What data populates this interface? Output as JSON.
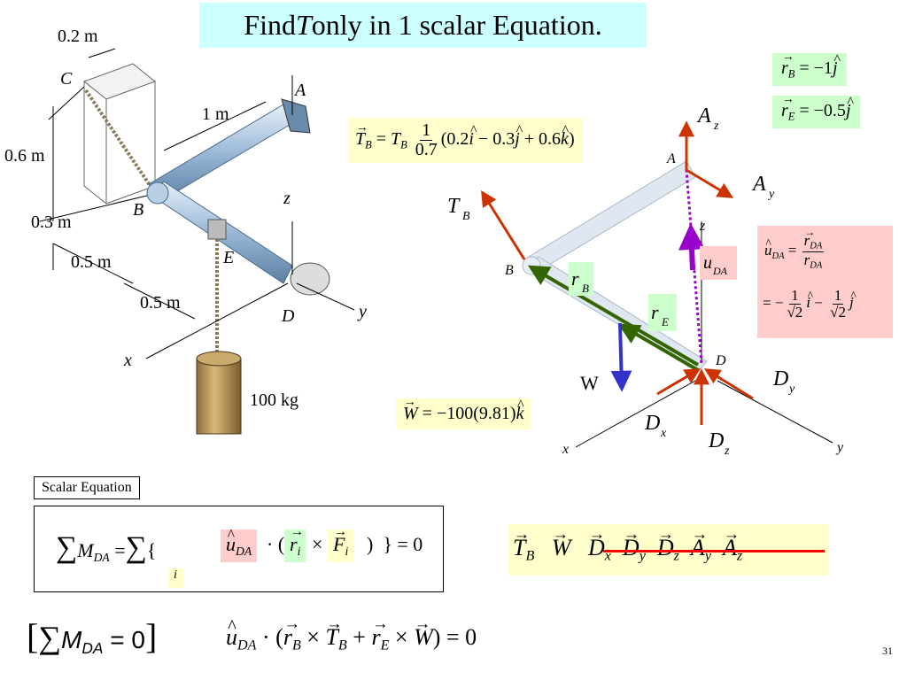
{
  "title": {
    "prefix": "Find ",
    "var": "T",
    "suffix": " only in 1 scalar Equation."
  },
  "left_figure": {
    "dim_02": "0.2 m",
    "dim_1": "1 m",
    "dim_06": "0.6 m",
    "dim_03": "0.3 m",
    "dim_05a": "0.5 m",
    "dim_05b": "0.5 m",
    "pt_C": "C",
    "pt_A": "A",
    "pt_B": "B",
    "pt_E": "E",
    "pt_D": "D",
    "ax_x": "x",
    "ax_y": "y",
    "ax_z": "z",
    "mass": "100 kg"
  },
  "fbd": {
    "pt_A": "A",
    "pt_B": "B",
    "pt_D": "D",
    "ax_x": "x",
    "ax_y": "y",
    "ax_z": "z",
    "T": "T",
    "T_sub": "B",
    "Az": "A",
    "Az_sub": "z",
    "Ay": "A",
    "Ay_sub": "y",
    "rB": "r",
    "rB_sub": "B",
    "rE": "r",
    "rE_sub": "E",
    "uDA": "u",
    "uDA_sub": "DA",
    "W": "W",
    "Dx": "D",
    "Dx_sub": "x",
    "Dy": "D",
    "Dy_sub": "y",
    "Dz": "D",
    "Dz_sub": "z"
  },
  "eq_rB": {
    "lhs": "r",
    "sub": "B",
    "rhs": " = −1",
    "unit": "j"
  },
  "eq_rE": {
    "lhs": "r",
    "sub": "E",
    "rhs": " = −0.5",
    "unit": "j"
  },
  "eq_TB": {
    "T": "T",
    "sub": "B",
    "eq": " = ",
    "T2": "T",
    "sub2": "B",
    "num": "1",
    "den": "0.7",
    "open": "(0.2",
    "i": "i",
    "m1": " − 0.3",
    "j": "j",
    "p1": " + 0.6",
    "k": "k",
    "close": ")"
  },
  "eq_uDA": {
    "u": "u",
    "sub": "DA",
    "eq": " = ",
    "rnum": "r",
    "rnum_sub": "DA",
    "rden": "r",
    "rden_sub": "DA",
    "eq2": "= −",
    "n1": "1",
    "d1": "√2",
    "i": "i",
    "minus": " − ",
    "n2": "1",
    "d2": "√2",
    "j": "j"
  },
  "eq_W": {
    "lhs": "W",
    "rhs": " = −100(9.81)",
    "k": "k"
  },
  "scalar_label": "Scalar Equation",
  "scalar_eq": {
    "sum": "∑",
    "M": "M",
    "M_sub": "DA",
    "eq": " =",
    "sum2": "∑",
    "i_sub": "i",
    "brace_open": "{",
    "u": "u",
    "u_sub": "DA",
    "dot": "· (",
    "r": "r",
    "r_sub": "i",
    "times": "×",
    "F": "F",
    "F_sub": "i",
    "close": ")",
    "brace_close": "} = 0"
  },
  "force_list": {
    "TB": "T",
    "TB_sub": "B",
    "W": "W",
    "Dx": "D",
    "Dx_sub": "x",
    "Dy": "D",
    "Dy_sub": "y",
    "Dz": "D",
    "Dz_sub": "z",
    "Ay": "A",
    "Ay_sub": "y",
    "Az": "A",
    "Az_sub": "z"
  },
  "bottom_eq": {
    "lb": "[",
    "sum": "∑",
    "M": "M",
    "M_sub": "DA",
    "eq0": " = 0",
    "rb": "]",
    "u": "u",
    "u_sub": "DA",
    "dot": " · (",
    "rB": "r",
    "rB_sub": "B",
    "x1": " × ",
    "TB": "T",
    "TB_sub": "B",
    "plus": " + ",
    "rE": "r",
    "rE_sub": "E",
    "x2": " × ",
    "W": "W",
    "end": ") = 0"
  },
  "page_number": "31",
  "colors": {
    "red_arrow": "#cc3300",
    "green_vec": "#336600",
    "purple": "#9900cc",
    "blue": "#3333cc",
    "title_bg": "#ccffff"
  }
}
